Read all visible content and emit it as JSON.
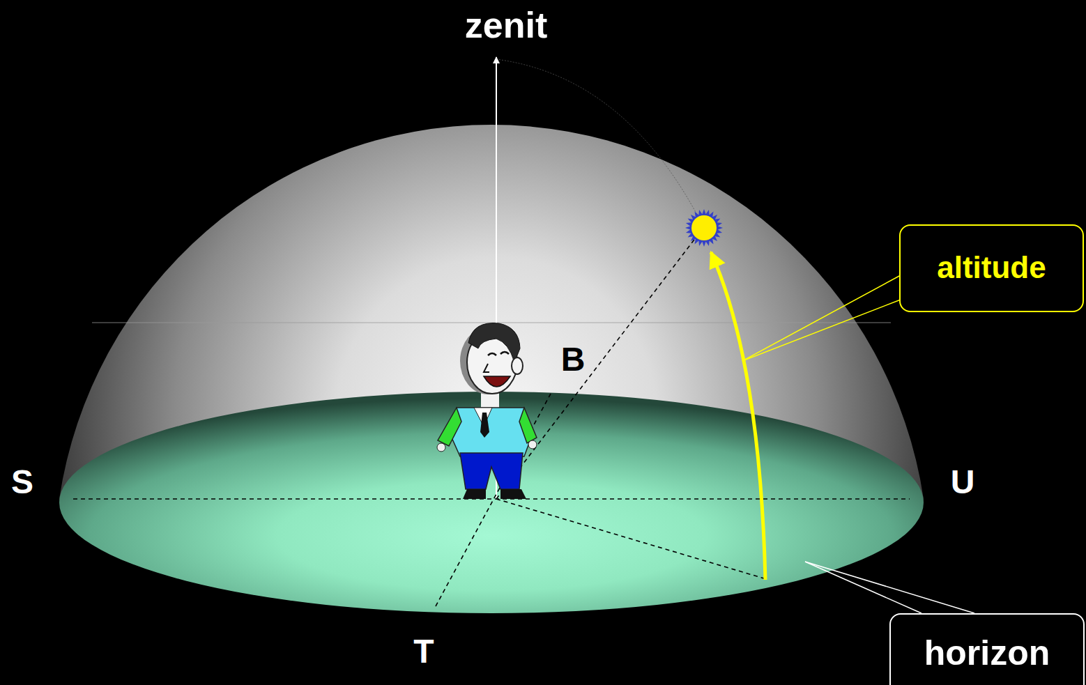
{
  "diagram": {
    "nodes": [
      {
        "text": [
          "altitude"
        ]
      },
      {
        "text": [
          "horizon"
        ]
      }
    ],
    "labels": [
      "zenit",
      "B",
      "S",
      "U",
      "T"
    ]
  }
}
